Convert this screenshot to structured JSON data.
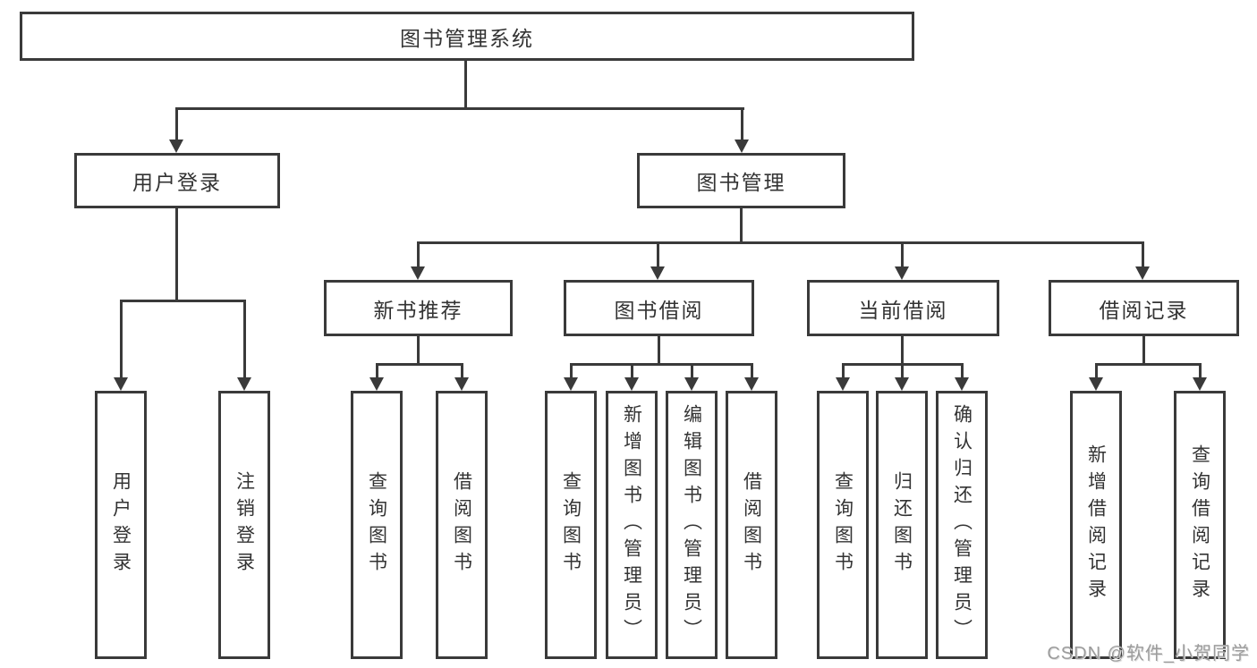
{
  "diagram": {
    "root": {
      "label": "图书管理系统"
    },
    "branches": [
      {
        "label": "用户登录",
        "children": [
          {
            "label": "用户登录"
          },
          {
            "label": "注销登录"
          }
        ]
      },
      {
        "label": "图书管理",
        "children": [
          {
            "label": "新书推荐",
            "children": [
              {
                "label": "查询图书"
              },
              {
                "label": "借阅图书"
              }
            ]
          },
          {
            "label": "图书借阅",
            "children": [
              {
                "label": "查询图书"
              },
              {
                "label": "新增图书（管理员）"
              },
              {
                "label": "编辑图书（管理员）"
              },
              {
                "label": "借阅图书"
              }
            ]
          },
          {
            "label": "当前借阅",
            "children": [
              {
                "label": "查询图书"
              },
              {
                "label": "归还图书"
              },
              {
                "label": "确认归还（管理员）"
              }
            ]
          },
          {
            "label": "借阅记录",
            "children": [
              {
                "label": "新增借阅记录"
              },
              {
                "label": "查询借阅记录"
              }
            ]
          }
        ]
      }
    ]
  },
  "watermark": {
    "text": "CSDN @软件_小贺同学"
  },
  "colors": {
    "line": "#3a3a3a",
    "box_background": "#ffffff",
    "text": "#333333",
    "watermark": "#9c9c9c"
  }
}
